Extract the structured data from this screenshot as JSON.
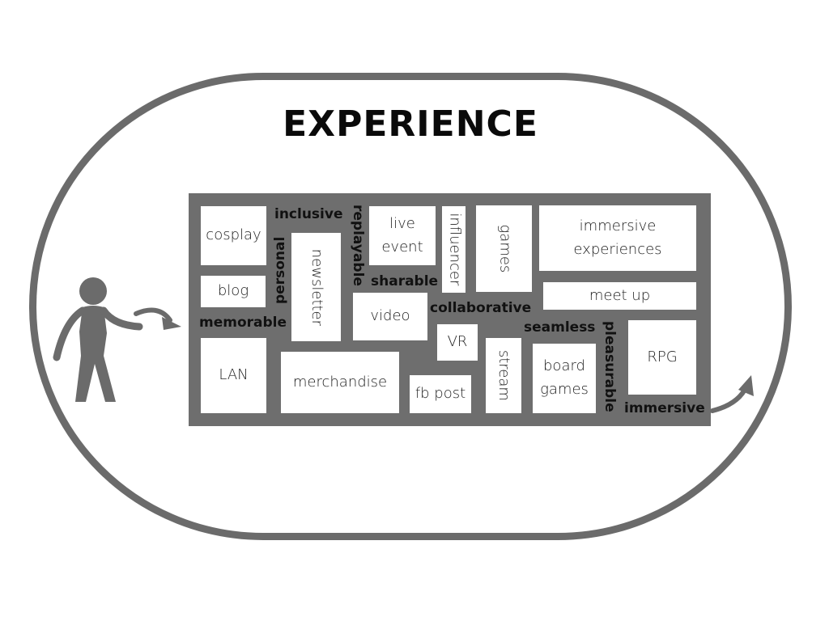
{
  "title": "EXPERIENCE",
  "tiles": {
    "cosplay": "cosplay",
    "blog": "blog",
    "lan": "LAN",
    "newsletter": "newsletter",
    "merchandise": "merchandise",
    "live_event": "live\nevent",
    "video": "video",
    "influencer": "influencer",
    "vr": "VR",
    "fb_post": "fb post",
    "games": "games",
    "stream": "stream",
    "immersive_experiences": "immersive\nexperiences",
    "meet_up": "meet up",
    "board_games": "board\ngames",
    "rpg": "RPG"
  },
  "qualities": {
    "inclusive": "inclusive",
    "personal": "personal",
    "replayable": "replayable",
    "memorable": "memorable",
    "sharable": "sharable",
    "collaborative": "collaborative",
    "seamless": "seamless",
    "pleasurable": "pleasurable",
    "immersive": "immersive"
  },
  "colors": {
    "frame": "#6b6b6b",
    "board": "#6e6e6e",
    "tile": "#ffffff",
    "text": "#111111"
  },
  "icons": [
    "person-icon",
    "entry-arrow-icon",
    "exit-arrow-icon"
  ]
}
